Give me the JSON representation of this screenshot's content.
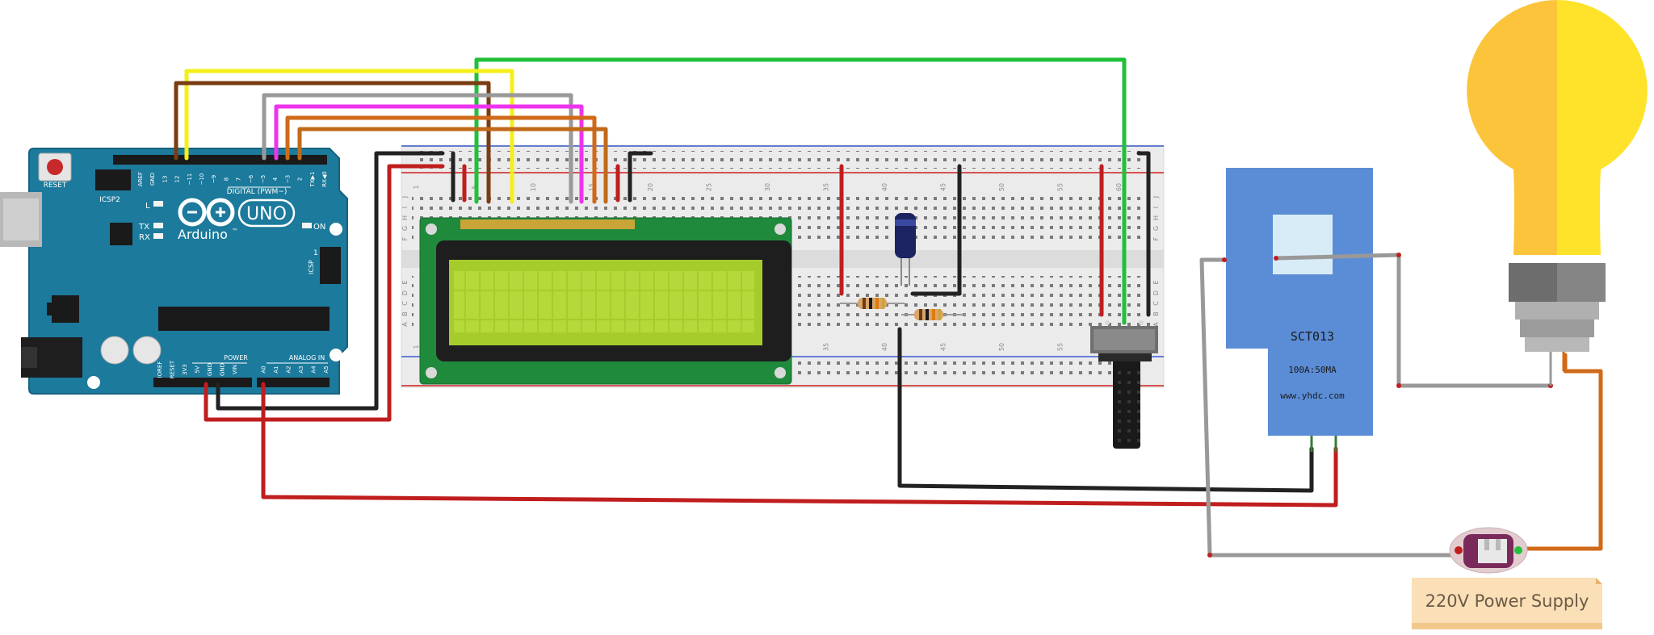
{
  "arduino": {
    "brand": "Arduino",
    "trademark": "™",
    "model": "UNO",
    "reset_label": "RESET",
    "icsp2_label": "ICSP2",
    "icsp_label": "ICSP",
    "digital_label": "DIGITAL (PWM~)",
    "power_label": "POWER",
    "analog_label": "ANALOG IN",
    "on_label": "ON",
    "tx_label": "TX",
    "rx_label": "RX",
    "l_label": "L",
    "icsp_pin_label": "1",
    "header_top_labels": [
      "AREF",
      "GND",
      "13",
      "12",
      "~11",
      "~10",
      "~9",
      "8",
      "7",
      "~6",
      "~5",
      "4",
      "~3",
      "2",
      "TX▶1",
      "RX◀0"
    ],
    "header_bottom_labels": [
      "IOREF",
      "RESET",
      "3V3",
      "5V",
      "GND",
      "GND",
      "VIN",
      "A0",
      "A1",
      "A2",
      "A3",
      "A4",
      "A5"
    ]
  },
  "breadboard": {
    "column_numbers": [
      "1",
      "5",
      "10",
      "15",
      "20",
      "25",
      "30",
      "35",
      "40",
      "45",
      "50",
      "55",
      "60"
    ],
    "row_letters_top": [
      "J",
      "I",
      "H",
      "G",
      "F"
    ],
    "row_letters_bottom": [
      "E",
      "D",
      "C",
      "B",
      "A"
    ]
  },
  "sensor": {
    "model": "SCT013",
    "rating": "100A:50MA",
    "website": "www.yhdc.com"
  },
  "power_supply": {
    "label": "220V Power Supply"
  },
  "colors": {
    "arduino_board": "#1c7a9c",
    "breadboard": "#ededed",
    "lcd_pcb": "#1f8a3c",
    "lcd_screen": "#a6cc2c",
    "sensor_body": "#5b8dd6",
    "bulb_yellow": "#fbc43a",
    "bulb_light": "#ffe22a",
    "wire_red": "#c01e1e",
    "wire_black": "#222222",
    "wire_green": "#22c03a",
    "wire_yellow": "#f4ef1a",
    "wire_brown": "#7a3d12",
    "wire_grey": "#999999",
    "wire_magenta": "#ee33ee",
    "wire_orange": "#d06a18"
  },
  "icons": [
    "arduino-infinity-logo",
    "light-bulb-icon",
    "potentiometer-icon",
    "capacitor-icon",
    "resistor-icon",
    "plug-connector-icon"
  ]
}
